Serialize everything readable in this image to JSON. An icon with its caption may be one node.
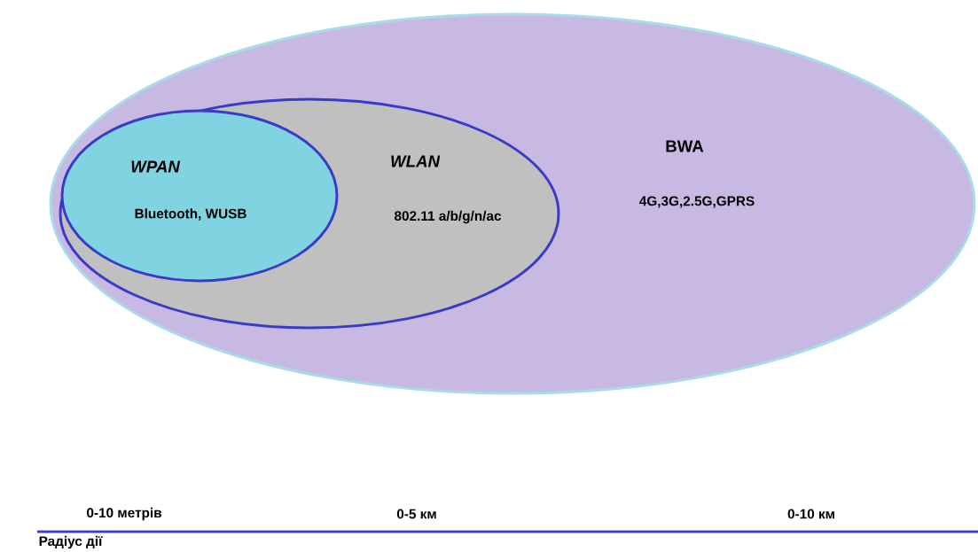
{
  "diagram": {
    "nodes": [
      {
        "text": [
          "BWA",
          "4G,3G,2.5G,GPRS"
        ]
      },
      {
        "text": [
          "WLAN",
          "802.11 a/b/g/n/ac"
        ],
        "in": 0
      },
      {
        "text": [
          "WPAN",
          "Bluetooth, WUSB"
        ],
        "in": 1
      }
    ],
    "labels": [
      "0-10 метрів",
      "0-5 км",
      "0-10 км",
      "Радіус дії"
    ]
  }
}
